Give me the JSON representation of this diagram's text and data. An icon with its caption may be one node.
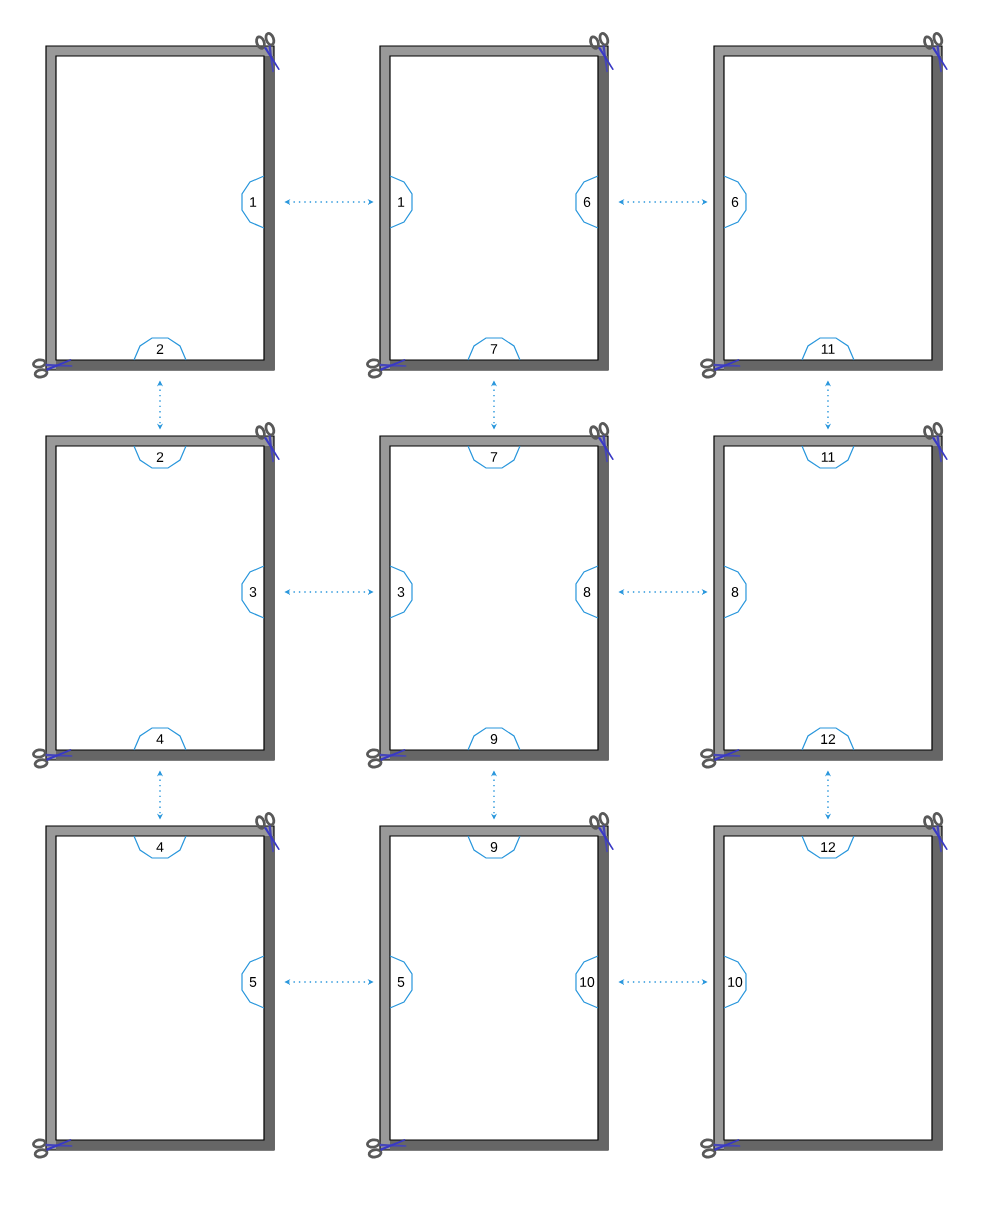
{
  "diagram": {
    "nodes": [
      {
        "text": [],
        "shape": "box"
      },
      {
        "text": [
          "1"
        ],
        "in": 0
      },
      {
        "text": [
          "2"
        ],
        "in": 0
      },
      {
        "text": [],
        "shape": "box"
      },
      {
        "text": [
          "1"
        ],
        "in": 3
      },
      {
        "text": [
          "6"
        ],
        "in": 3
      },
      {
        "text": [
          "7"
        ],
        "in": 3
      },
      {
        "text": [],
        "shape": "box"
      },
      {
        "text": [
          "6"
        ],
        "in": 7
      },
      {
        "text": [
          "11"
        ],
        "in": 7
      },
      {
        "text": [],
        "shape": "box"
      },
      {
        "text": [
          "2"
        ],
        "in": 10
      },
      {
        "text": [
          "3"
        ],
        "in": 10
      },
      {
        "text": [
          "4"
        ],
        "in": 10
      },
      {
        "text": [],
        "shape": "box"
      },
      {
        "text": [
          "7"
        ],
        "in": 14
      },
      {
        "text": [
          "3"
        ],
        "in": 14
      },
      {
        "text": [
          "8"
        ],
        "in": 14
      },
      {
        "text": [
          "9"
        ],
        "in": 14
      },
      {
        "text": [],
        "shape": "box"
      },
      {
        "text": [
          "11"
        ],
        "in": 19
      },
      {
        "text": [
          "8"
        ],
        "in": 19
      },
      {
        "text": [
          "12"
        ],
        "in": 19
      },
      {
        "text": [],
        "shape": "box"
      },
      {
        "text": [
          "4"
        ],
        "in": 23
      },
      {
        "text": [
          "5"
        ],
        "in": 23
      },
      {
        "text": [],
        "shape": "box"
      },
      {
        "text": [
          "9"
        ],
        "in": 26
      },
      {
        "text": [
          "5"
        ],
        "in": 26
      },
      {
        "text": [
          "10"
        ],
        "in": 26
      },
      {
        "text": [],
        "shape": "box"
      },
      {
        "text": [
          "12"
        ],
        "in": 30
      },
      {
        "text": [
          "10"
        ],
        "in": 30
      }
    ],
    "edges": [
      {
        "from": 1,
        "to": 4,
        "arrow": "both"
      },
      {
        "from": 2,
        "to": 11,
        "arrow": "both"
      },
      {
        "from": 5,
        "to": 8,
        "arrow": "both"
      },
      {
        "from": 6,
        "to": 15,
        "arrow": "both"
      },
      {
        "from": 9,
        "to": 20,
        "arrow": "both"
      },
      {
        "from": 12,
        "to": 16,
        "arrow": "both"
      },
      {
        "from": 13,
        "to": 24,
        "arrow": "both"
      },
      {
        "from": 17,
        "to": 21,
        "arrow": "both"
      },
      {
        "from": 18,
        "to": 27,
        "arrow": "both"
      },
      {
        "from": 22,
        "to": 31,
        "arrow": "both"
      },
      {
        "from": 25,
        "to": 28,
        "arrow": "both"
      },
      {
        "from": 29,
        "to": 32,
        "arrow": "both"
      }
    ]
  }
}
